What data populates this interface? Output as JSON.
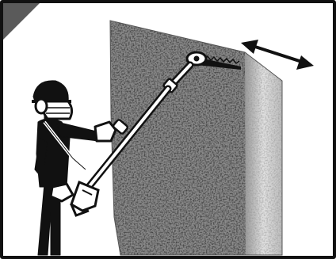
{
  "figure": {
    "icons": [
      "corner-triangle-icon",
      "double-arrow-icon"
    ],
    "subjects": [
      "hedge",
      "operator",
      "pole-hedge-trimmer"
    ],
    "colors": {
      "ink": "#111111",
      "corner": "#5a5a5a",
      "hedge_dark": "#6d6d6d",
      "hedge_light": "#d2d2d2",
      "background": "#ffffff"
    }
  }
}
